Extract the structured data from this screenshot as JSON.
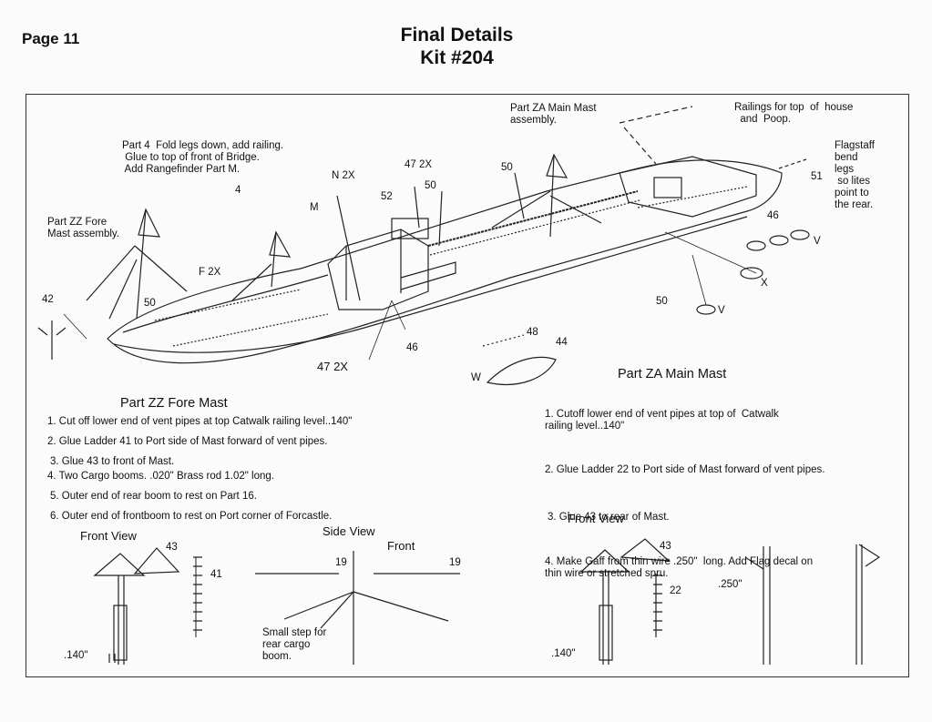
{
  "header": {
    "page_label": "Page 11",
    "title": "Final Details",
    "subtitle": "Kit #204"
  },
  "callouts": {
    "part4": "Part 4  Fold legs down, add railing.\n Glue to top of front of Bridge.\n Add Rangefinder Part M.",
    "za_assembly": "Part ZA Main Mast\nassembly.",
    "railings": "Railings for top  of  house\n  and  Poop.",
    "flagstaff": "Flagstaff\nbend\nlegs\n so lites\npoint to\nthe rear.",
    "zz_assembly": "Part ZZ Fore\nMast assembly.",
    "n2x": "N 2X",
    "p47_2x_top": "47 2X",
    "p47_2x_bottom": "47 2X",
    "p4": "4",
    "p52": "52",
    "m": "M",
    "p50_a": "50",
    "p50_b": "50",
    "p50_c": "50",
    "p50_d": "50",
    "p51": "51",
    "p46_a": "46",
    "p46_b": "46",
    "v_a": "V",
    "v_b": "V",
    "x": "X",
    "f2x": "F 2X",
    "p42": "42",
    "p48": "48",
    "p44": "44",
    "w": "W"
  },
  "fore_mast": {
    "heading": "Part ZZ Fore Mast",
    "steps": [
      "1. Cut off lower end of vent pipes at top Catwalk railing level..140\"",
      "2. Glue Ladder 41 to Port side of Mast forward of vent pipes.",
      "3. Glue 43 to front of Mast.",
      "4. Two Cargo booms. .020\" Brass rod 1.02\" long.",
      "5. Outer end of  rear boom to rest on Part 16.",
      "6. Outer end of frontboom to rest on Port corner of Forcastle."
    ]
  },
  "main_mast": {
    "heading": "Part  ZA Main Mast",
    "steps": [
      "1. Cutoff lower end of vent pipes at top of  Catwalk\nrailing level..140\"",
      "2. Glue Ladder 22 to Port side of Mast forward of vent pipes.",
      "3. Glue 43 to rear of Mast.",
      "4. Make Gaff from thin wire .250\"  long. Add Flag decal on\nthin wire or stretched spru."
    ]
  },
  "views": {
    "front_view_left": "Front View",
    "side_view": "Side View",
    "front": "Front",
    "front_view_right": "Front View",
    "l43_left": "43",
    "l41": "41",
    "l140_left": ".140\"",
    "l19_a": "19",
    "l19_b": "19",
    "small_step": "Small step for\nrear cargo\nboom.",
    "l43_right": "43",
    "l22": "22",
    "l140_right": ".140\"",
    "l250": ".250\""
  }
}
